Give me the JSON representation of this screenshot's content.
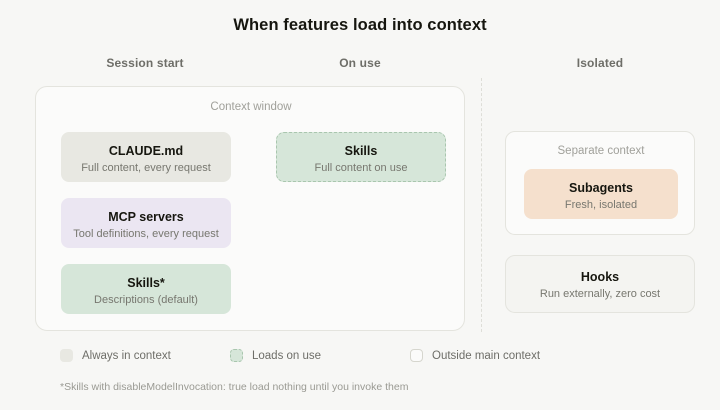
{
  "title": "When features load into context",
  "columns": [
    {
      "label": "Session start"
    },
    {
      "label": "On use"
    },
    {
      "label": "Isolated"
    }
  ],
  "context_window": {
    "label": "Context window",
    "session_start_cards": [
      {
        "title": "CLAUDE.md",
        "subtitle": "Full content, every request",
        "color": "#e8e8e2",
        "style": "solid"
      },
      {
        "title": "MCP servers",
        "subtitle": "Tool definitions, every request",
        "color": "#ebe6f2",
        "style": "solid"
      },
      {
        "title": "Skills*",
        "subtitle": "Descriptions (default)",
        "color": "#d6e6d9",
        "style": "solid"
      }
    ],
    "on_use_cards": [
      {
        "title": "Skills",
        "subtitle": "Full content on use",
        "color": "#d6e6d9",
        "style": "dashed"
      }
    ]
  },
  "isolated": {
    "separate_context": {
      "label": "Separate context",
      "cards": [
        {
          "title": "Subagents",
          "subtitle": "Fresh, isolated",
          "color": "#f5e0cd"
        }
      ]
    },
    "standalone_cards": [
      {
        "title": "Hooks",
        "subtitle": "Run externally, zero cost",
        "color": "#f4f4f1"
      }
    ]
  },
  "legend": [
    {
      "label": "Always in context",
      "swatch": "always-in-context-swatch",
      "color": "#e8e8e2"
    },
    {
      "label": "Loads on use",
      "swatch": "loads-on-use-swatch",
      "color": "#d6e6d9"
    },
    {
      "label": "Outside main context",
      "swatch": "outside-main-context-swatch",
      "color": "#fbfbfa"
    }
  ],
  "footnote": "*Skills with disableModelInvocation: true load nothing until you invoke them"
}
